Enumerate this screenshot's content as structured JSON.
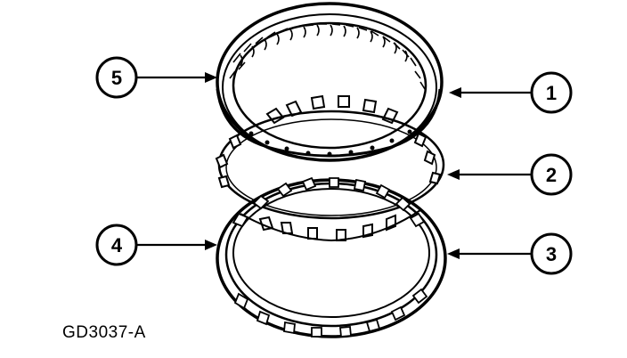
{
  "figure": {
    "id_label": "GD3037-A"
  },
  "callouts": [
    {
      "number": "1"
    },
    {
      "number": "2"
    },
    {
      "number": "3"
    },
    {
      "number": "4"
    },
    {
      "number": "5"
    }
  ]
}
